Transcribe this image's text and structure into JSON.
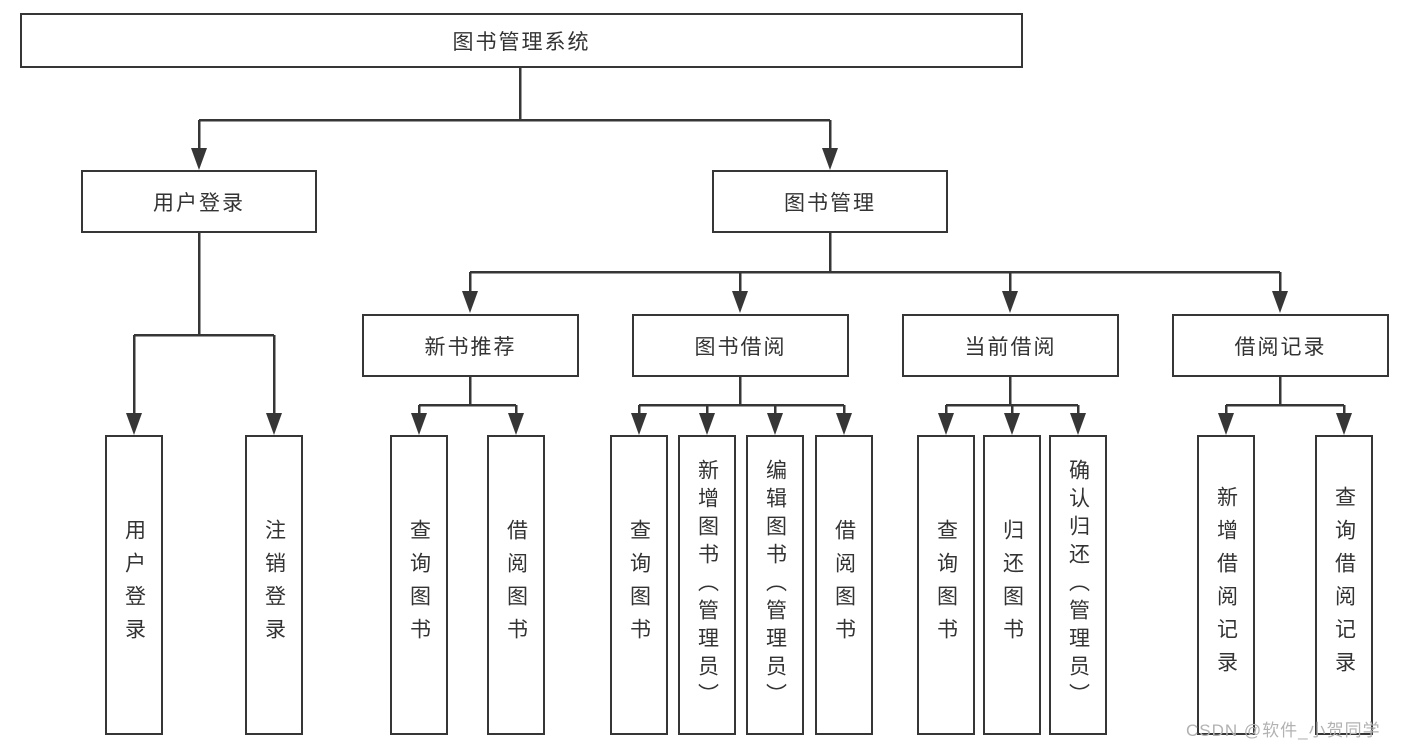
{
  "tree": {
    "label": "图书管理系统",
    "children": [
      {
        "label": "用户登录",
        "children": [
          {
            "label": "用户登录"
          },
          {
            "label": "注销登录"
          }
        ]
      },
      {
        "label": "图书管理",
        "children": [
          {
            "label": "新书推荐",
            "children": [
              {
                "label": "查询图书"
              },
              {
                "label": "借阅图书"
              }
            ]
          },
          {
            "label": "图书借阅",
            "children": [
              {
                "label": "查询图书"
              },
              {
                "label": "新增图书（管理员）"
              },
              {
                "label": "编辑图书（管理员）"
              },
              {
                "label": "借阅图书"
              }
            ]
          },
          {
            "label": "当前借阅",
            "children": [
              {
                "label": "查询图书"
              },
              {
                "label": "归还图书"
              },
              {
                "label": "确认归还（管理员）"
              }
            ]
          },
          {
            "label": "借阅记录",
            "children": [
              {
                "label": "新增借阅记录"
              },
              {
                "label": "查询借阅记录"
              }
            ]
          }
        ]
      }
    ]
  },
  "watermark": {
    "text": "CSDN @软件_小贺同学"
  },
  "colors": {
    "line": "#363636",
    "box_border": "#363636",
    "text": "#333333",
    "watermark": "#b2b2b2",
    "background": "#ffffff"
  }
}
